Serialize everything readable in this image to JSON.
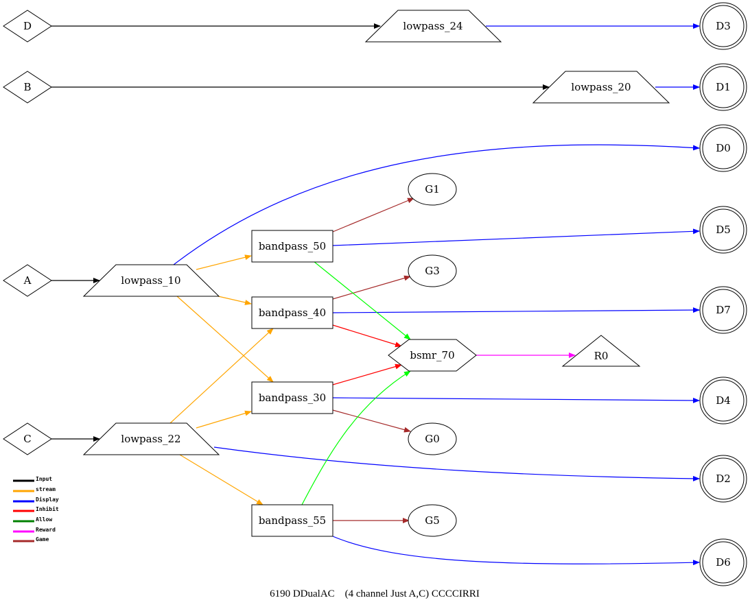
{
  "caption": "6190 DDualAC    (4 channel Just A,C) CCCCIRRI",
  "colors": {
    "Input": "#000000",
    "stream": "#ffa500",
    "Display": "#0000ff",
    "Inhibit": "#ff0000",
    "Allow": "#00ff00",
    "Reward": "#ff00ff",
    "Game": "#a52a2a",
    "LegendAllow": "#008000"
  },
  "legend": [
    {
      "label": "Input",
      "color": "#000000"
    },
    {
      "label": "stream",
      "color": "#ffa500"
    },
    {
      "label": "Display",
      "color": "#0000ff"
    },
    {
      "label": "Inhibit",
      "color": "#ff0000"
    },
    {
      "label": "Allow",
      "color": "#008000"
    },
    {
      "label": "Reward",
      "color": "#ff00ff"
    },
    {
      "label": "Game",
      "color": "#a52a2a"
    }
  ],
  "nodes": [
    {
      "id": "D",
      "label": "D",
      "shape": "diamond"
    },
    {
      "id": "B",
      "label": "B",
      "shape": "diamond"
    },
    {
      "id": "A",
      "label": "A",
      "shape": "diamond"
    },
    {
      "id": "C",
      "label": "C",
      "shape": "diamond"
    },
    {
      "id": "lowpass_24",
      "label": "lowpass_24",
      "shape": "trapezium"
    },
    {
      "id": "lowpass_20",
      "label": "lowpass_20",
      "shape": "trapezium"
    },
    {
      "id": "lowpass_10",
      "label": "lowpass_10",
      "shape": "trapezium"
    },
    {
      "id": "lowpass_22",
      "label": "lowpass_22",
      "shape": "trapezium"
    },
    {
      "id": "bandpass_50",
      "label": "bandpass_50",
      "shape": "box"
    },
    {
      "id": "bandpass_40",
      "label": "bandpass_40",
      "shape": "box"
    },
    {
      "id": "bandpass_30",
      "label": "bandpass_30",
      "shape": "box"
    },
    {
      "id": "bandpass_55",
      "label": "bandpass_55",
      "shape": "box"
    },
    {
      "id": "bsmr_70",
      "label": "bsmr_70",
      "shape": "hexagon"
    },
    {
      "id": "R0",
      "label": "R0",
      "shape": "triangle"
    },
    {
      "id": "G1",
      "label": "G1",
      "shape": "ellipse"
    },
    {
      "id": "G3",
      "label": "G3",
      "shape": "ellipse"
    },
    {
      "id": "G0",
      "label": "G0",
      "shape": "ellipse"
    },
    {
      "id": "G5",
      "label": "G5",
      "shape": "ellipse"
    },
    {
      "id": "D3",
      "label": "D3",
      "shape": "doublecircle"
    },
    {
      "id": "D1",
      "label": "D1",
      "shape": "doublecircle"
    },
    {
      "id": "D0",
      "label": "D0",
      "shape": "doublecircle"
    },
    {
      "id": "D5",
      "label": "D5",
      "shape": "doublecircle"
    },
    {
      "id": "D7",
      "label": "D7",
      "shape": "doublecircle"
    },
    {
      "id": "D4",
      "label": "D4",
      "shape": "doublecircle"
    },
    {
      "id": "D2",
      "label": "D2",
      "shape": "doublecircle"
    },
    {
      "id": "D6",
      "label": "D6",
      "shape": "doublecircle"
    }
  ],
  "edges": [
    {
      "from": "D",
      "to": "lowpass_24",
      "type": "Input"
    },
    {
      "from": "B",
      "to": "lowpass_20",
      "type": "Input"
    },
    {
      "from": "A",
      "to": "lowpass_10",
      "type": "Input"
    },
    {
      "from": "C",
      "to": "lowpass_22",
      "type": "Input"
    },
    {
      "from": "lowpass_24",
      "to": "D3",
      "type": "Display"
    },
    {
      "from": "lowpass_20",
      "to": "D1",
      "type": "Display"
    },
    {
      "from": "lowpass_10",
      "to": "D0",
      "type": "Display"
    },
    {
      "from": "lowpass_10",
      "to": "bandpass_50",
      "type": "stream"
    },
    {
      "from": "lowpass_10",
      "to": "bandpass_40",
      "type": "stream"
    },
    {
      "from": "lowpass_10",
      "to": "bandpass_30",
      "type": "stream"
    },
    {
      "from": "lowpass_22",
      "to": "bandpass_40",
      "type": "stream"
    },
    {
      "from": "lowpass_22",
      "to": "bandpass_30",
      "type": "stream"
    },
    {
      "from": "lowpass_22",
      "to": "bandpass_55",
      "type": "stream"
    },
    {
      "from": "lowpass_22",
      "to": "D2",
      "type": "Display"
    },
    {
      "from": "bandpass_50",
      "to": "G1",
      "type": "Game"
    },
    {
      "from": "bandpass_50",
      "to": "D5",
      "type": "Display"
    },
    {
      "from": "bandpass_50",
      "to": "bsmr_70",
      "type": "Allow"
    },
    {
      "from": "bandpass_40",
      "to": "G3",
      "type": "Game"
    },
    {
      "from": "bandpass_40",
      "to": "D7",
      "type": "Display"
    },
    {
      "from": "bandpass_40",
      "to": "bsmr_70",
      "type": "Inhibit"
    },
    {
      "from": "bandpass_30",
      "to": "bsmr_70",
      "type": "Inhibit"
    },
    {
      "from": "bandpass_30",
      "to": "D4",
      "type": "Display"
    },
    {
      "from": "bandpass_30",
      "to": "G0",
      "type": "Game"
    },
    {
      "from": "bandpass_55",
      "to": "bsmr_70",
      "type": "Allow"
    },
    {
      "from": "bandpass_55",
      "to": "G5",
      "type": "Game"
    },
    {
      "from": "bandpass_55",
      "to": "D6",
      "type": "Display"
    },
    {
      "from": "bsmr_70",
      "to": "R0",
      "type": "Reward"
    }
  ]
}
